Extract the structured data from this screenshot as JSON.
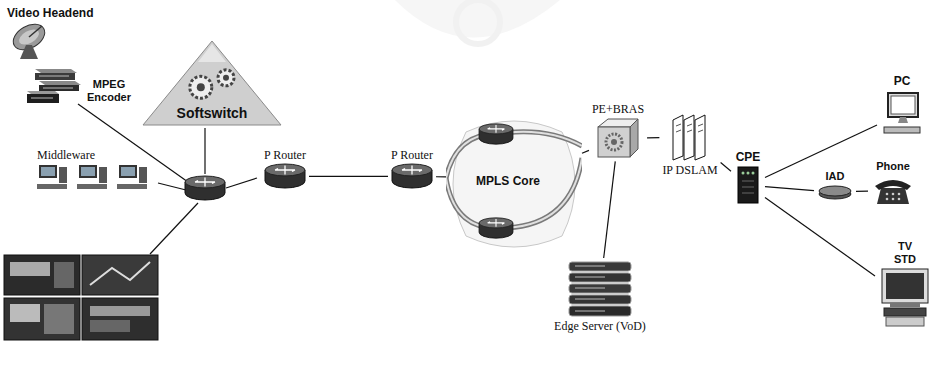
{
  "diagram": {
    "nodes": [
      {
        "text": [
          "Video Headend"
        ]
      },
      {
        "text": [
          "MPEG Encoder"
        ]
      },
      {
        "text": [
          "Softswitch"
        ]
      },
      {
        "text": [
          "Middleware"
        ]
      },
      {
        "text": [
          "P Router"
        ]
      },
      {
        "text": [
          "P Router"
        ]
      },
      {
        "text": [
          "MPLS Core"
        ]
      },
      {
        "text": [
          "PE+BRAS"
        ]
      },
      {
        "text": [
          "IP DSLAM"
        ]
      },
      {
        "text": [
          "Edge Server (VoD)"
        ]
      },
      {
        "text": [
          "CPE"
        ]
      },
      {
        "text": [
          "PC"
        ]
      },
      {
        "text": [
          "IAD"
        ]
      },
      {
        "text": [
          "Phone"
        ]
      },
      {
        "text": [
          "TV STD"
        ]
      }
    ],
    "edges": [
      {
        "from": 4,
        "to": 5,
        "arrow": "none"
      },
      {
        "from": 5,
        "to": 6,
        "arrow": "none"
      },
      {
        "from": 6,
        "to": 7,
        "arrow": "none"
      },
      {
        "from": 7,
        "to": 8,
        "arrow": "none"
      },
      {
        "from": 7,
        "to": 9,
        "arrow": "none"
      },
      {
        "from": 8,
        "to": 10,
        "arrow": "none"
      },
      {
        "from": 10,
        "to": 11,
        "arrow": "none"
      },
      {
        "from": 10,
        "to": 12,
        "arrow": "none"
      },
      {
        "from": 12,
        "to": 13,
        "arrow": "none"
      },
      {
        "from": 10,
        "to": 14,
        "arrow": "none"
      }
    ]
  }
}
